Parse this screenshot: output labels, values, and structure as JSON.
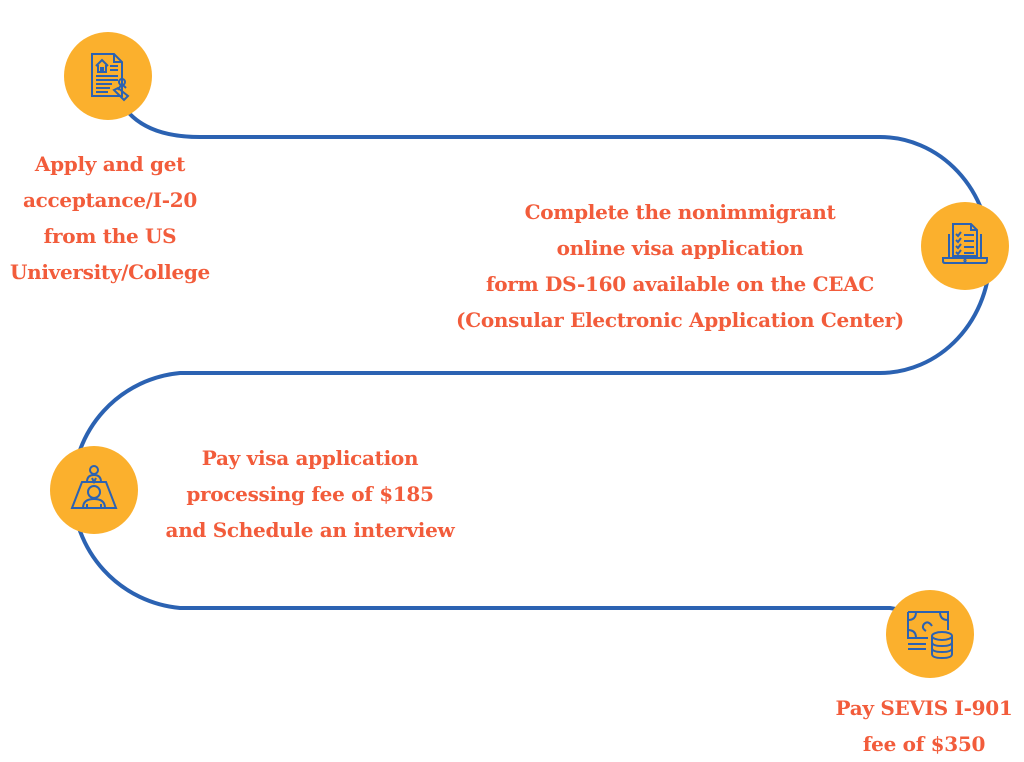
{
  "colors": {
    "path": "#2b62b2",
    "node_fill": "#fbb02d",
    "icon_stroke": "#2b62b2",
    "text": "#f25c3b"
  },
  "steps": [
    {
      "icon": "document-house-stamp-icon",
      "lines": [
        "Apply and get",
        "acceptance/I-20",
        "from the US",
        "University/College"
      ]
    },
    {
      "icon": "laptop-checklist-icon",
      "lines": [
        "Complete the nonimmigrant",
        "online visa application",
        "form DS-160 available on the CEAC",
        "(Consular Electronic Application Center)"
      ]
    },
    {
      "icon": "interview-meeting-icon",
      "lines": [
        "Pay visa application",
        "processing fee of $185",
        "and Schedule an interview"
      ]
    },
    {
      "icon": "money-coins-icon",
      "lines": [
        "Pay SEVIS I-901",
        "fee of $350"
      ]
    }
  ]
}
